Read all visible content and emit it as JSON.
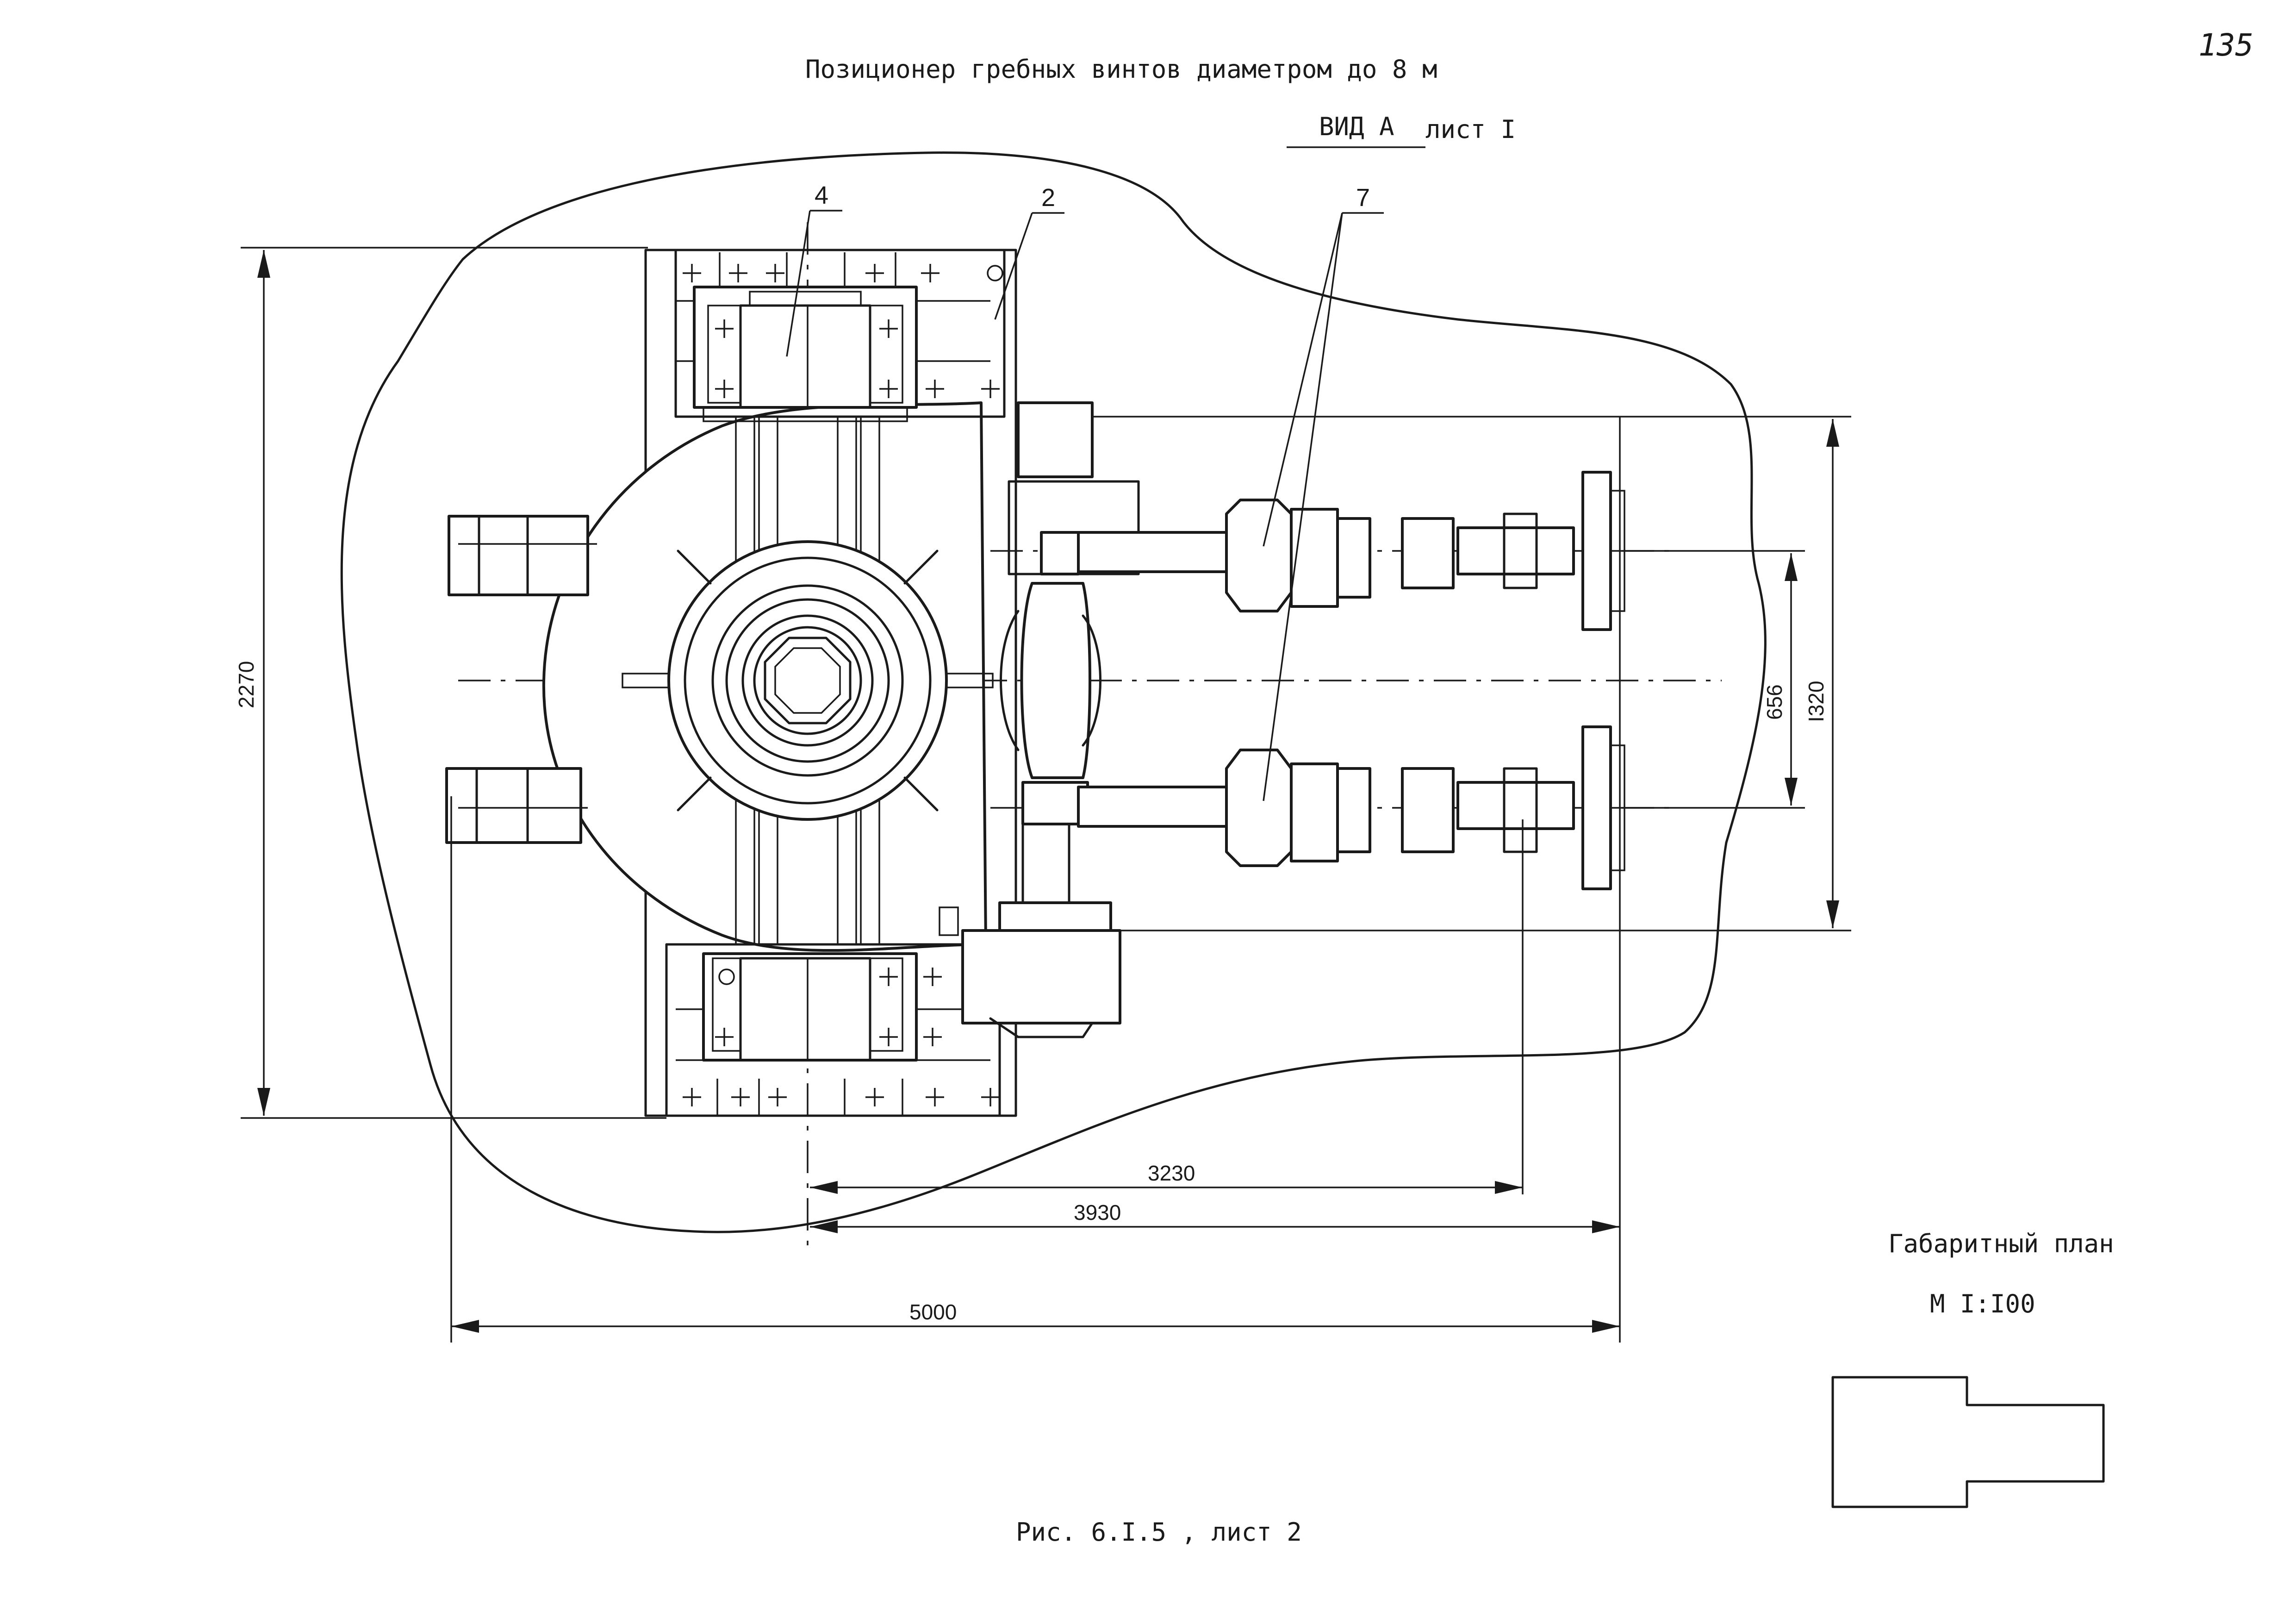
{
  "page_number": "135",
  "title": "Позиционер гребных винтов диаметром до 8 м",
  "view_label": "ВИД А",
  "view_sheet": "лист I",
  "leaders": {
    "part_4": "4",
    "part_2": "2",
    "part_7": "7"
  },
  "dimensions": {
    "overall_width": "5000",
    "to_far_end": "3930",
    "to_support": "3230",
    "overall_height": "2270",
    "shaft_span": "I320",
    "shaft_spacing": "656"
  },
  "side_panel": {
    "caption": "Габаритный план",
    "scale": "М I:I00"
  },
  "figure_caption": "Рис. 6.I.5 , лист 2"
}
